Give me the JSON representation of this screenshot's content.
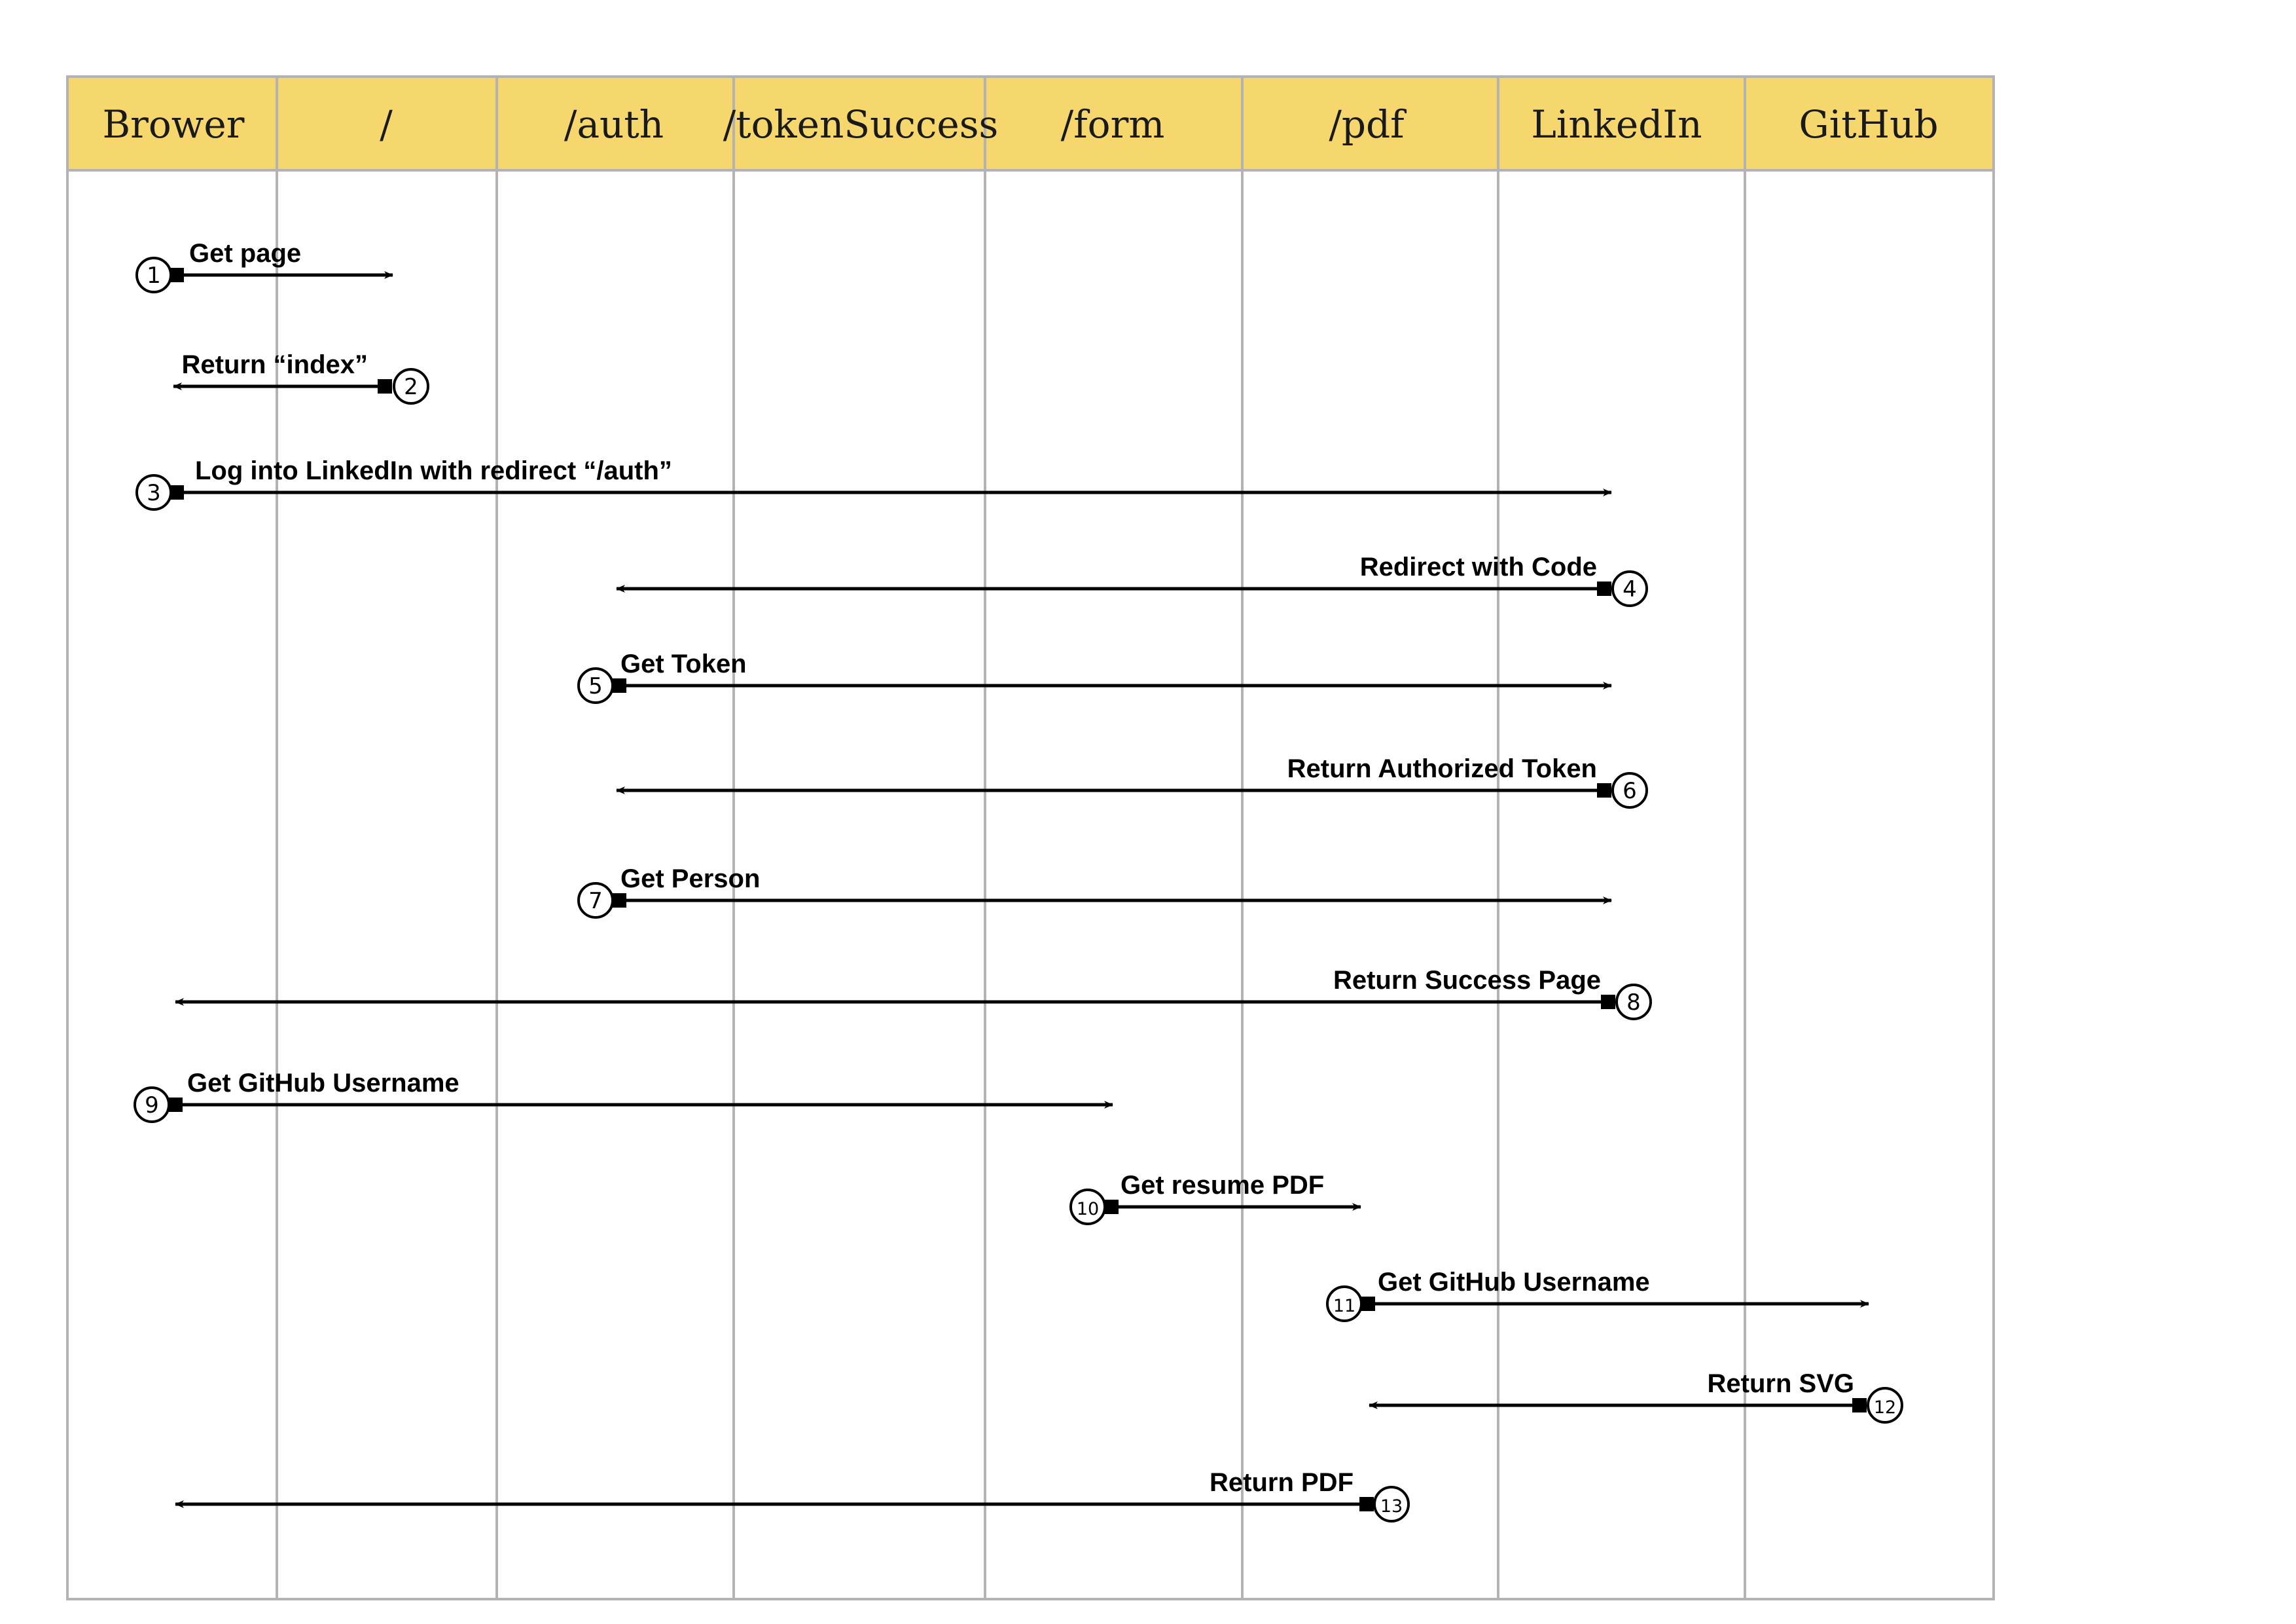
{
  "colors": {
    "header_fill": "#f5d76e",
    "grid_line": "#b3b3b3",
    "arrow": "#000000"
  },
  "lanes": [
    {
      "id": "browser",
      "label": "Brower"
    },
    {
      "id": "root",
      "label": "/"
    },
    {
      "id": "auth",
      "label": "/auth"
    },
    {
      "id": "tokensuccess",
      "label": "/tokenSuccess"
    },
    {
      "id": "form",
      "label": "/form"
    },
    {
      "id": "pdf",
      "label": "/pdf"
    },
    {
      "id": "linkedin",
      "label": "LinkedIn"
    },
    {
      "id": "github",
      "label": "GitHub"
    }
  ],
  "messages": [
    {
      "step": "1",
      "label": "Get page",
      "from": "browser",
      "to": "root"
    },
    {
      "step": "2",
      "label": "Return “index”",
      "from": "root",
      "to": "browser"
    },
    {
      "step": "3",
      "label": "Log into LinkedIn with redirect “/auth”",
      "from": "browser",
      "to": "linkedin"
    },
    {
      "step": "4",
      "label": "Redirect with Code",
      "from": "linkedin",
      "to": "auth"
    },
    {
      "step": "5",
      "label": "Get Token",
      "from": "auth",
      "to": "linkedin"
    },
    {
      "step": "6",
      "label": "Return Authorized Token",
      "from": "linkedin",
      "to": "auth"
    },
    {
      "step": "7",
      "label": "Get Person",
      "from": "auth",
      "to": "linkedin"
    },
    {
      "step": "8",
      "label": "Return Success Page",
      "from": "linkedin",
      "to": "browser"
    },
    {
      "step": "9",
      "label": "Get GitHub Username",
      "from": "browser",
      "to": "form"
    },
    {
      "step": "10",
      "label": "Get resume PDF",
      "from": "form",
      "to": "pdf"
    },
    {
      "step": "11",
      "label": "Get GitHub Username",
      "from": "pdf",
      "to": "github"
    },
    {
      "step": "12",
      "label": "Return SVG",
      "from": "github",
      "to": "pdf"
    },
    {
      "step": "13",
      "label": "Return PDF",
      "from": "pdf",
      "to": "browser"
    }
  ]
}
